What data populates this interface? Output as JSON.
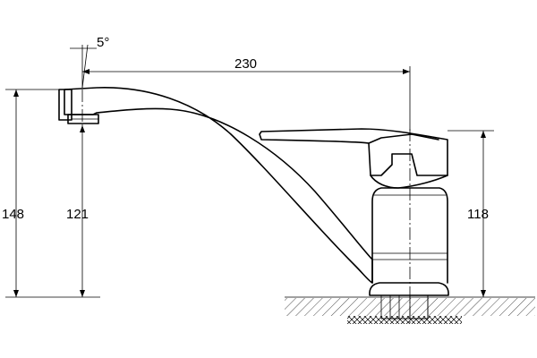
{
  "drawing": {
    "dimensions": {
      "spout_angle": "5°",
      "reach": "230",
      "total_height": "148",
      "spout_outlet_height": "121",
      "body_height": "118"
    }
  }
}
